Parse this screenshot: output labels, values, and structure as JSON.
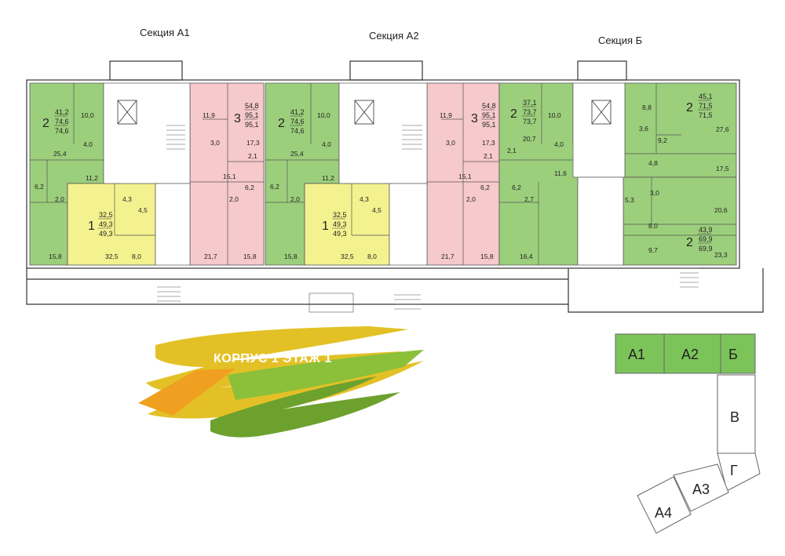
{
  "sections": [
    "Секция А1",
    "Секция А2",
    "Секция Б"
  ],
  "banner": "КОРПУС 1 ЭТАЖ 1",
  "colors": {
    "two_room": "#9ccf7c",
    "three_room": "#f6c9cb",
    "one_room": "#f4f28f",
    "minimap": "#7cc45a",
    "wall": "#333333"
  },
  "apartments": [
    {
      "rooms": "2",
      "area_main": "41,2",
      "area_total": "74,6",
      "area_sum": "74,6"
    },
    {
      "rooms": "1",
      "area_main": "32,5",
      "area_total": "49,3",
      "area_sum": "49,3"
    },
    {
      "rooms": "3",
      "area_main": "54,8",
      "area_total": "95,1",
      "area_sum": "95,1"
    },
    {
      "rooms": "2",
      "area_main": "41,2",
      "area_total": "74,6",
      "area_sum": "74,6"
    },
    {
      "rooms": "1",
      "area_main": "32,5",
      "area_total": "49,3",
      "area_sum": "49,3"
    },
    {
      "rooms": "3",
      "area_main": "54,8",
      "area_total": "95,1",
      "area_sum": "95,1"
    },
    {
      "rooms": "2",
      "area_main": "37,1",
      "area_total": "73,7",
      "area_sum": "73,7"
    },
    {
      "rooms": "2",
      "area_main": "45,1",
      "area_total": "71,5",
      "area_sum": "71,5"
    },
    {
      "rooms": "2",
      "area_main": "43,9",
      "area_total": "69,9",
      "area_sum": "69,9"
    }
  ],
  "room_areas": [
    "10,0",
    "25,4",
    "4,0",
    "11,2",
    "6,2",
    "2,0",
    "15,8",
    "4,3",
    "4,5",
    "32,5",
    "8,0",
    "11,9",
    "3,0",
    "17,3",
    "2,1",
    "15,1",
    "6,2",
    "2,0",
    "21,7",
    "15,8",
    "10,0",
    "25,4",
    "4,0",
    "6,2",
    "11,2",
    "2,0",
    "15,8",
    "4,3",
    "4,5",
    "32,5",
    "8,0",
    "11,9",
    "3,0",
    "17,3",
    "2,1",
    "15,1",
    "6,2",
    "2,0",
    "21,7",
    "15,8",
    "10,0",
    "20,7",
    "4,0",
    "2,1",
    "11,6",
    "6,2",
    "2,7",
    "16,4",
    "8,8",
    "3,6",
    "27,6",
    "9,2",
    "4,8",
    "17,5",
    "3,0",
    "5,3",
    "20,6",
    "8,0",
    "9,7",
    "23,3"
  ],
  "minimap": [
    "А1",
    "А2",
    "Б",
    "В",
    "Г",
    "А3",
    "А4"
  ]
}
